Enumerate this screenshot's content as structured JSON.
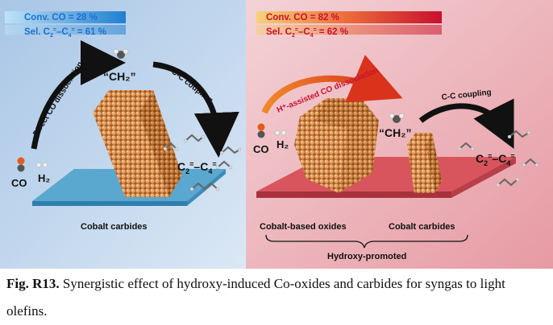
{
  "left_panel": {
    "conv_label": "Conv. CO = 28 %",
    "sel_prefix": "Sel. C",
    "sel_suffix": " = 61 %",
    "process_label": "Direct CO dissociation",
    "intermediate": "“CH₂”",
    "coupling_label": "C-C coupling",
    "reactant_co": "CO",
    "reactant_h2": "H₂",
    "product": "C₂⁼–C₄⁼",
    "catalyst_label": "Cobalt carbides"
  },
  "right_panel": {
    "conv_label": "Conv. CO = 82 %",
    "sel_prefix": "Sel. C",
    "sel_suffix": " = 62 %",
    "process_label": "H⁺-assisted CO dissociation",
    "intermediate": "“CH₂”",
    "coupling_label": "C-C coupling",
    "reactant_co": "CO",
    "reactant_h2": "H₂",
    "product": "C₂⁼–C₄⁼",
    "catalyst_label_1": "Cobalt-based oxides",
    "catalyst_label_2": "Cobalt carbides",
    "promoted_label": "Hydroxy-promoted"
  },
  "caption": {
    "figure_label": "Fig. R13.",
    "text": " Synergistic effect of hydroxy-induced Co-oxides and carbides for syngas to light olefins."
  },
  "colors": {
    "left_accent": "#2b8fd8",
    "right_accent": "#c81e1e",
    "particle": "#e09a55",
    "left_plate": "#5aa7cf",
    "right_plate": "#d9555e"
  }
}
